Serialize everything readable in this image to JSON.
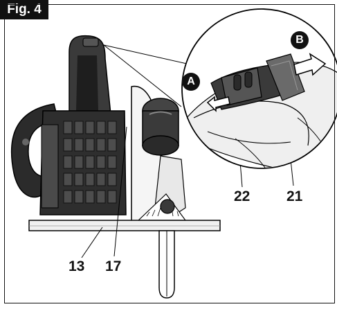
{
  "figure": {
    "label": "Fig. 4"
  },
  "callouts": {
    "c13": "13",
    "c17": "17",
    "c22": "22",
    "c21": "21"
  },
  "directions": {
    "a": "A",
    "b": "B"
  }
}
